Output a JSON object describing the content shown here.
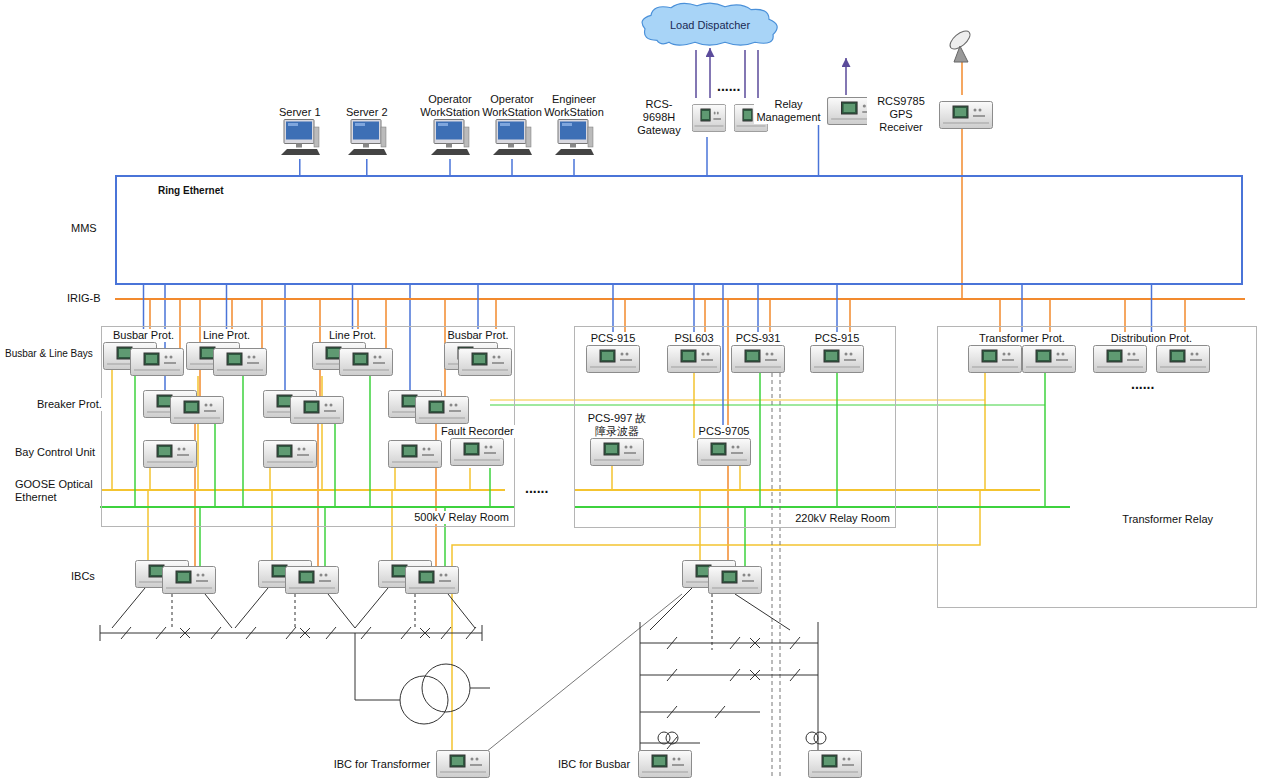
{
  "diagram": {
    "nodes": [
      {
        "text": [
          "Load Dispatcher"
        ]
      },
      {
        "text": [
          "Server 1"
        ]
      },
      {
        "text": [
          "Server 2"
        ]
      },
      {
        "text": [
          "Operator WorkStation"
        ]
      },
      {
        "text": [
          "Operator WorkStation"
        ]
      },
      {
        "text": [
          "Engineer WorkStation"
        ]
      },
      {
        "text": [
          "RCS-9698H Gateway"
        ]
      },
      {
        "text": [
          "Relay Management"
        ]
      },
      {
        "text": [
          "RCS9785 GPS Receiver"
        ]
      },
      {
        "text": [
          "Ring Ethernet"
        ]
      },
      {
        "text": [
          "500kV Relay Room"
        ]
      },
      {
        "text": [
          "Busbar Prot."
        ],
        "in": 10
      },
      {
        "text": [
          "Line Prot."
        ],
        "in": 10
      },
      {
        "text": [
          "Line Prot."
        ],
        "in": 10
      },
      {
        "text": [
          "Busbar Prot."
        ],
        "in": 10
      },
      {
        "text": [
          "Fault Recorder"
        ],
        "in": 10
      },
      {
        "text": [
          "220kV Relay Room"
        ]
      },
      {
        "text": [
          "PCS-915"
        ],
        "in": 16
      },
      {
        "text": [
          "PSL603"
        ],
        "in": 16
      },
      {
        "text": [
          "PCS-931"
        ],
        "in": 16
      },
      {
        "text": [
          "PCS-915"
        ],
        "in": 16
      },
      {
        "text": [
          "PCS-997 故障录波器"
        ],
        "in": 16
      },
      {
        "text": [
          "PCS-9705"
        ],
        "in": 16
      },
      {
        "text": [
          "Transformer Relay"
        ]
      },
      {
        "text": [
          "Transformer Prot."
        ],
        "in": 23
      },
      {
        "text": [
          "Distribution Prot."
        ],
        "in": 23
      },
      {
        "text": [
          "IBC for Transformer"
        ]
      },
      {
        "text": [
          "IBC for Busbar"
        ]
      }
    ],
    "edges": [
      {
        "from": 6,
        "to": 0,
        "arrow": "to"
      },
      {
        "from": 1,
        "to": 9,
        "arrow": "none"
      },
      {
        "from": 2,
        "to": 9,
        "arrow": "none"
      },
      {
        "from": 3,
        "to": 9,
        "arrow": "none"
      },
      {
        "from": 4,
        "to": 9,
        "arrow": "none"
      },
      {
        "from": 5,
        "to": 9,
        "arrow": "none"
      },
      {
        "from": 6,
        "to": 9,
        "arrow": "none"
      },
      {
        "from": 7,
        "to": 9,
        "arrow": "none"
      },
      {
        "from": 9,
        "to": 11,
        "arrow": "none"
      },
      {
        "from": 9,
        "to": 12,
        "arrow": "none"
      },
      {
        "from": 9,
        "to": 13,
        "arrow": "none"
      },
      {
        "from": 9,
        "to": 14,
        "arrow": "none"
      },
      {
        "from": 9,
        "to": 17,
        "arrow": "none"
      },
      {
        "from": 9,
        "to": 18,
        "arrow": "none"
      },
      {
        "from": 9,
        "to": 19,
        "arrow": "none"
      },
      {
        "from": 9,
        "to": 20,
        "arrow": "none"
      },
      {
        "from": 9,
        "to": 22,
        "arrow": "none"
      },
      {
        "from": 9,
        "to": 24,
        "arrow": "none"
      },
      {
        "from": 9,
        "to": 25,
        "arrow": "none"
      }
    ],
    "labels": [
      "......",
      "MMS",
      "IRIG-B",
      "Busbar & Line Bays",
      "Breaker Prot.",
      "Bay Control Unit",
      "GOOSE Optical Ethernet",
      "IBCs",
      "......",
      "......"
    ]
  }
}
